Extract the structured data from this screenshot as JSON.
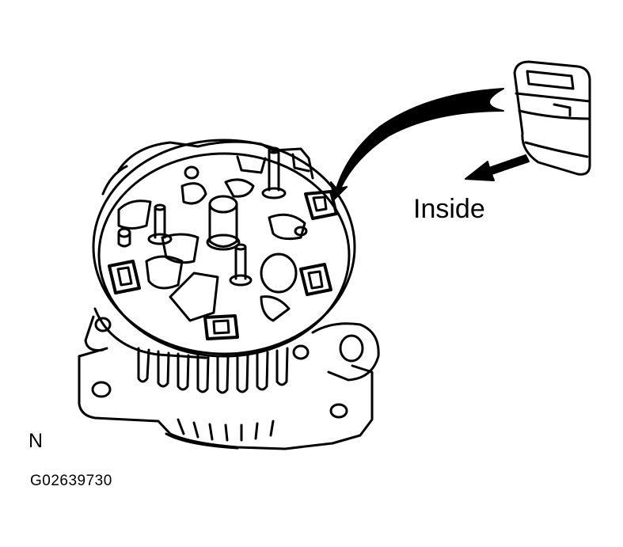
{
  "annotations": {
    "inside_label": "Inside",
    "code_letter": "N",
    "figure_id": "G02639730"
  },
  "colors": {
    "line": "#000000",
    "background": "#ffffff"
  },
  "icons": {
    "callout_arrow": "curved-arrow-icon",
    "direction_arrow": "arrow-left-down-icon",
    "part": "rubber-insulator-cap"
  }
}
